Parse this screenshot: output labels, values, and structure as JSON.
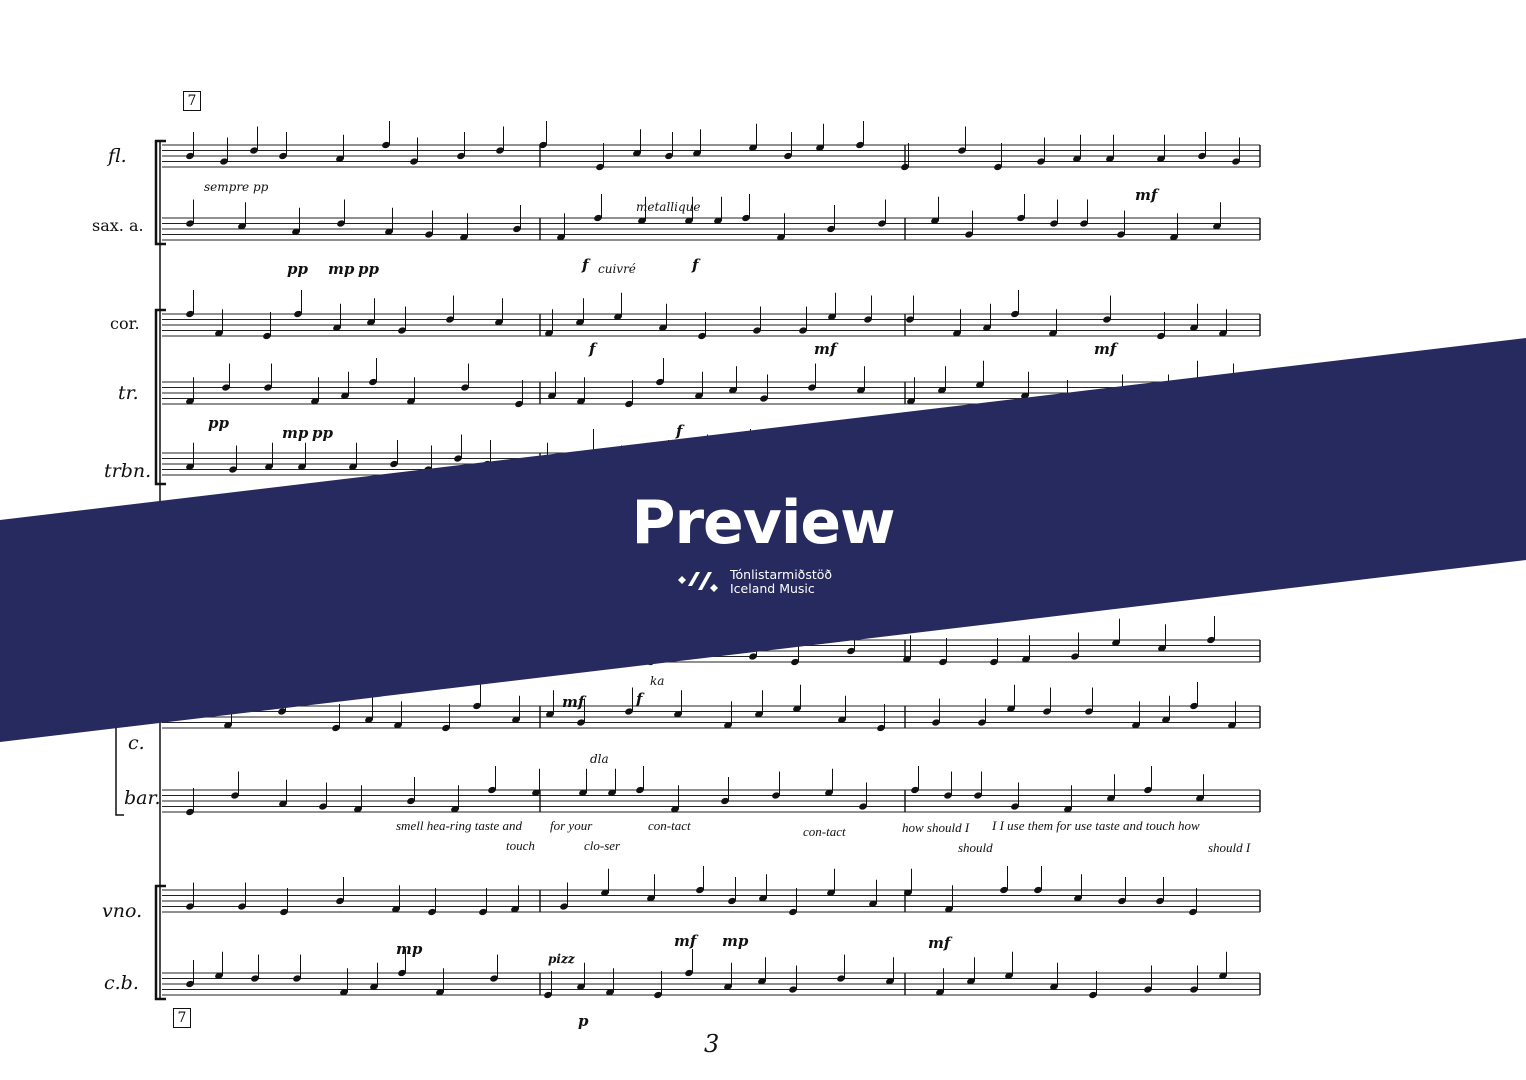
{
  "page_number": "3",
  "rehearsal_mark": "7",
  "instruments": [
    "fl.",
    "sax. a.",
    "cor.",
    "tr.",
    "trbn.",
    "c.",
    "bar.",
    "vno.",
    "c.b."
  ],
  "markings": {
    "sempre_pp": "sempre pp",
    "pp1": "pp",
    "mp1": "mp",
    "pp2": "pp",
    "f_cuivre": "f",
    "cuivre": "cuivré",
    "metallique": "metallique",
    "f2": "f",
    "f3": "f",
    "mf1": "mf",
    "mf2": "mf",
    "mf3": "mf",
    "tr_pp": "pp",
    "tr_mp": "mp",
    "tr_pp2": "pp",
    "tr_f": "f",
    "c_mf": "mf",
    "c_f": "f",
    "dla": "dla",
    "ka": "ka",
    "vno_mp": "mp",
    "vno_mf": "mf",
    "vno_mp2": "mp",
    "vno_mf2": "mf",
    "pizz": "pizz",
    "cb_p": "p"
  },
  "lyrics": [
    "smell hea-ring taste and",
    "touch",
    "for your",
    "clo-ser",
    "con-tact",
    "con-tact",
    "how should I",
    "should",
    "I  I  use them for use taste and touch how",
    "should I"
  ],
  "banner": {
    "title": "Preview",
    "org_name_line1": "Tónlistarmiðstöð",
    "org_name_line2": "Iceland Music",
    "color": "#262a5e"
  }
}
